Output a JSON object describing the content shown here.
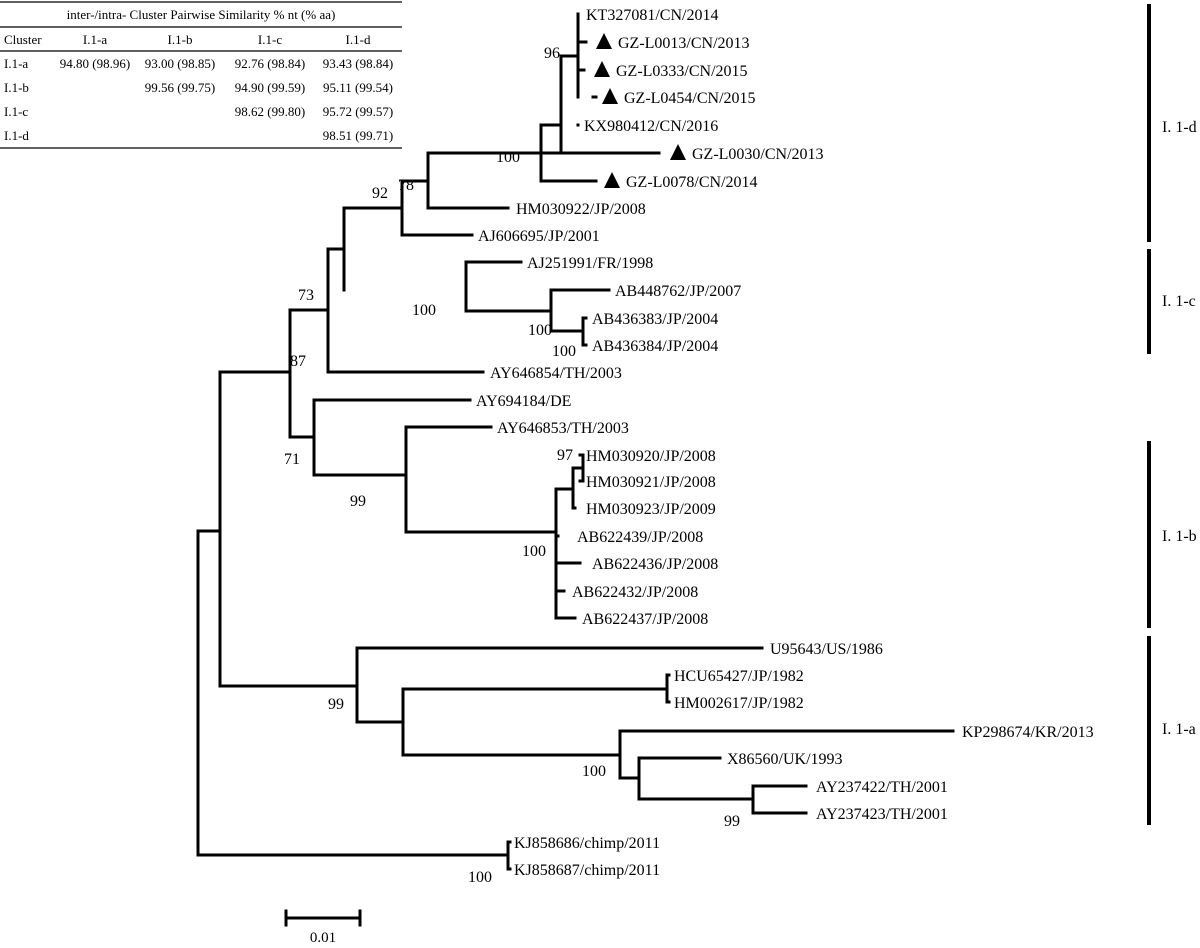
{
  "table": {
    "title": "inter-/intra- Cluster Pairwise Similarity % nt (% aa)",
    "headers": [
      "Cluster",
      "I.1-a",
      "I.1-b",
      "I.1-c",
      "I.1-d"
    ],
    "rows": [
      {
        "label": "I.1-a",
        "cells": [
          "94.80 (98.96)",
          "93.00 (98.85)",
          "92.76 (98.84)",
          "93.43 (98.84)"
        ]
      },
      {
        "label": "I.1-b",
        "cells": [
          "",
          "99.56 (99.75)",
          "94.90 (99.59)",
          "95.11 (99.54)"
        ]
      },
      {
        "label": "I.1-c",
        "cells": [
          "",
          "",
          "98.62 (99.80)",
          "95.72 (99.57)"
        ]
      },
      {
        "label": "I.1-d",
        "cells": [
          "",
          "",
          "",
          "98.51 (99.71)"
        ]
      }
    ]
  },
  "taxa": [
    {
      "label": "KT327081/CN/2014",
      "marker": false
    },
    {
      "label": "GZ-L0013/CN/2013",
      "marker": true
    },
    {
      "label": "GZ-L0333/CN/2015",
      "marker": true
    },
    {
      "label": "GZ-L0454/CN/2015",
      "marker": true
    },
    {
      "label": "KX980412/CN/2016",
      "marker": false
    },
    {
      "label": "GZ-L0030/CN/2013",
      "marker": true
    },
    {
      "label": "GZ-L0078/CN/2014",
      "marker": true
    },
    {
      "label": "HM030922/JP/2008",
      "marker": false
    },
    {
      "label": "AJ606695/JP/2001",
      "marker": false
    },
    {
      "label": "AJ251991/FR/1998",
      "marker": false
    },
    {
      "label": "AB448762/JP/2007",
      "marker": false
    },
    {
      "label": "AB436383/JP/2004",
      "marker": false
    },
    {
      "label": "AB436384/JP/2004",
      "marker": false
    },
    {
      "label": "AY646854/TH/2003",
      "marker": false
    },
    {
      "label": "AY694184/DE",
      "marker": false
    },
    {
      "label": "AY646853/TH/2003",
      "marker": false
    },
    {
      "label": "HM030920/JP/2008",
      "marker": false
    },
    {
      "label": "HM030921/JP/2008",
      "marker": false
    },
    {
      "label": "HM030923/JP/2009",
      "marker": false
    },
    {
      "label": "AB622439/JP/2008",
      "marker": false
    },
    {
      "label": "AB622436/JP/2008",
      "marker": false
    },
    {
      "label": "AB622432/JP/2008",
      "marker": false
    },
    {
      "label": "AB622437/JP/2008",
      "marker": false
    },
    {
      "label": "U95643/US/1986",
      "marker": false
    },
    {
      "label": "HCU65427/JP/1982",
      "marker": false
    },
    {
      "label": "HM002617/JP/1982",
      "marker": false
    },
    {
      "label": "KP298674/KR/2013",
      "marker": false
    },
    {
      "label": "X86560/UK/1993",
      "marker": false
    },
    {
      "label": "AY237422/TH/2001",
      "marker": false
    },
    {
      "label": "AY237423/TH/2001",
      "marker": false
    },
    {
      "label": "KJ858686/chimp/2011",
      "marker": false
    },
    {
      "label": "KJ858687/chimp/2011",
      "marker": false
    }
  ],
  "bootstrap": [
    "96",
    "100",
    "78",
    "92",
    "100",
    "100",
    "73",
    "87",
    "71",
    "99",
    "97",
    "100",
    "100",
    "99",
    "100",
    "99",
    "100"
  ],
  "clusters": [
    "I. 1-d",
    "I. 1-c",
    "I. 1-b",
    "I. 1-a"
  ],
  "scale_bar": {
    "label": "0.01"
  },
  "marker_icon": "black-triangle"
}
